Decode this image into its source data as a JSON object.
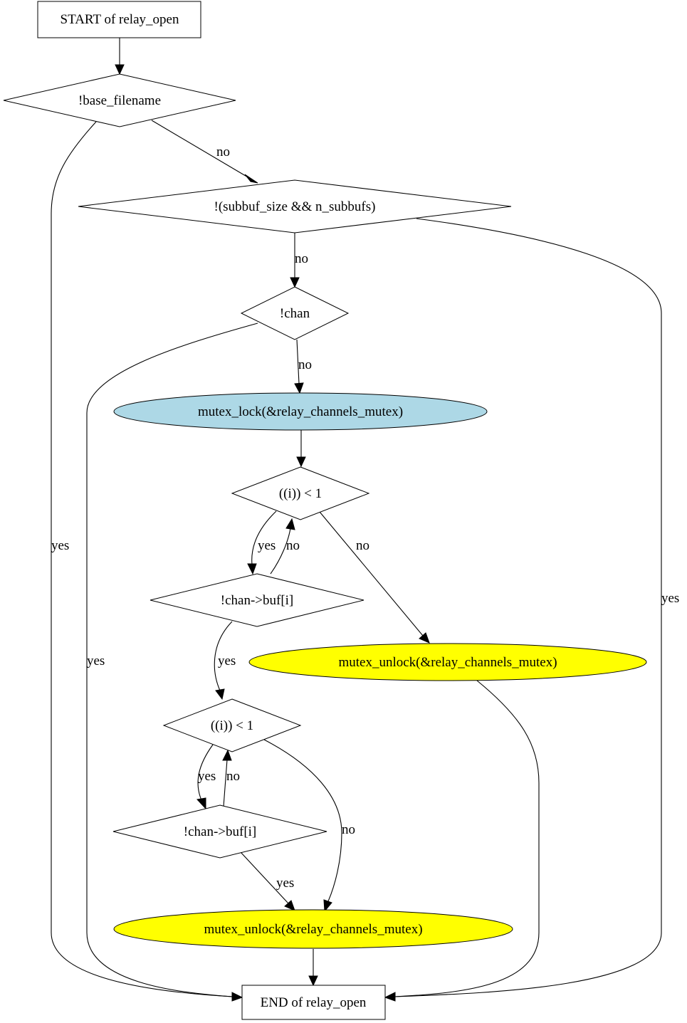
{
  "nodes": {
    "start": "START of relay_open",
    "base_filename": "!base_filename",
    "subbuf": "!(subbuf_size && n_subbufs)",
    "chan": "!chan",
    "mutex_lock": "mutex_lock(&relay_channels_mutex)",
    "loop1": "((i)) < 1",
    "chanbuf1": "!chan->buf[i]",
    "unlock1": "mutex_unlock(&relay_channels_mutex)",
    "loop2": "((i)) < 1",
    "chanbuf2": "!chan->buf[i]",
    "unlock2": "mutex_unlock(&relay_channels_mutex)",
    "end": "END of relay_open"
  },
  "edges": {
    "base_no": "no",
    "base_yes": "yes",
    "subbuf_no": "no",
    "subbuf_yes": "yes",
    "chan_no": "no",
    "chan_yes": "yes",
    "loop1_yes": "yes",
    "loop1_back_no": "no",
    "loop1_no": "no",
    "chanbuf1_yes": "yes",
    "loop2_yes": "yes",
    "loop2_back_no": "no",
    "loop2_no": "no",
    "chanbuf2_yes": "yes"
  },
  "colors": {
    "mutex_lock_fill": "#add8e6",
    "mutex_unlock_fill": "#ffff00",
    "default_fill": "#ffffff",
    "line": "#000000"
  }
}
